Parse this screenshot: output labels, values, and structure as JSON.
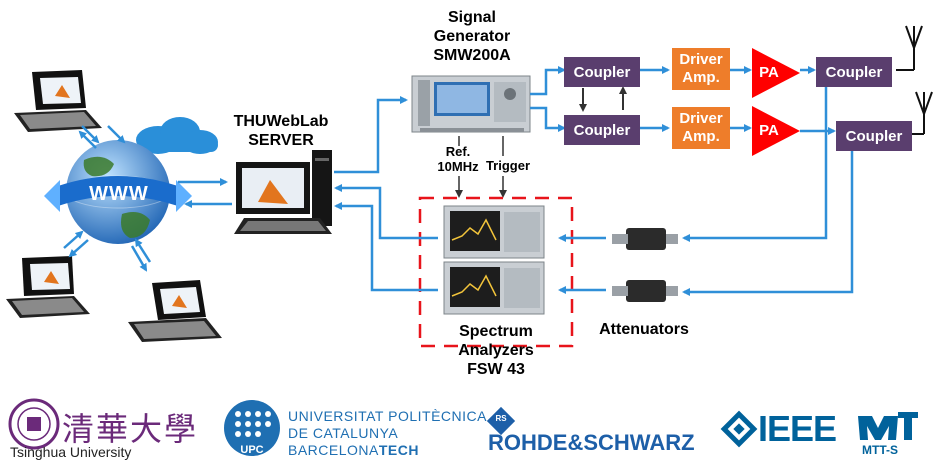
{
  "labels": {
    "signal_generator": [
      "Signal",
      "Generator",
      "SMW200A"
    ],
    "server": [
      "THUWebLab",
      "SERVER"
    ],
    "www": "WWW",
    "ref": [
      "Ref.",
      "10MHz"
    ],
    "trigger": "Trigger",
    "spectrum": [
      "Spectrum",
      "Analyzers",
      "FSW 43"
    ],
    "attenuators": "Attenuators"
  },
  "blocks": {
    "coupler": "Coupler",
    "driver": [
      "Driver",
      "Amp."
    ],
    "pa": "PA"
  },
  "logos": {
    "tsinghua_cn": "清華大學",
    "tsinghua_en": "Tsinghua University",
    "upc_line1": "UNIVERSITAT POLITÈCNICA",
    "upc_line2": "DE CATALUNYA",
    "upc_line3_a": "BARCELONA",
    "upc_line3_b": "TECH",
    "upc_badge": "UPC",
    "rs": "ROHDE&SCHWARZ",
    "rs_badge": "RS",
    "ieee": "IEEE",
    "mtts": "MTT-S"
  },
  "colors": {
    "arrow": "#2f8fd8",
    "coupler": "#5a3e6e",
    "driver": "#ee7d2a",
    "pa": "#ff0000",
    "dash_box": "#e8141b",
    "upc_blue": "#1f6fb2",
    "rs_blue": "#1d5fa8",
    "ieee_blue": "#00629b",
    "tsinghua_purple": "#6b2a7a"
  }
}
